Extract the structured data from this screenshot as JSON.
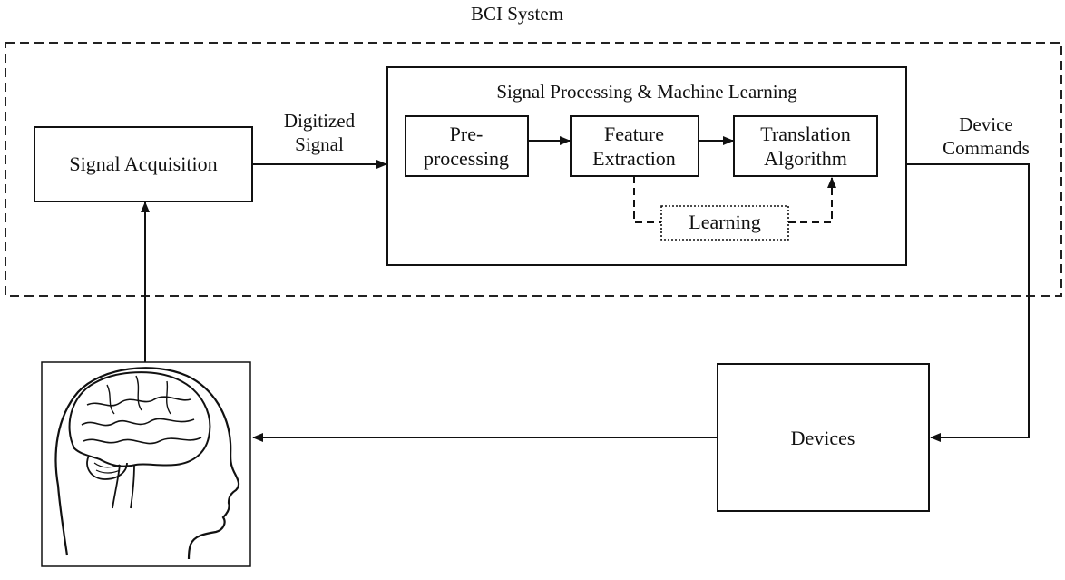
{
  "title": "BCI System",
  "blocks": {
    "signal_acquisition": "Signal Acquisition",
    "processing_group": "Signal Processing & Machine Learning",
    "preprocessing": [
      "Pre-",
      "processing"
    ],
    "feature_extraction": [
      "Feature",
      "Extraction"
    ],
    "translation_algorithm": [
      "Translation",
      "Algorithm"
    ],
    "learning": "Learning",
    "devices": "Devices"
  },
  "edges": {
    "digitized_signal": [
      "Digitized",
      "Signal"
    ],
    "device_commands": [
      "Device",
      "Commands"
    ]
  },
  "icons": {
    "brain": "human-head-with-brain-icon"
  }
}
